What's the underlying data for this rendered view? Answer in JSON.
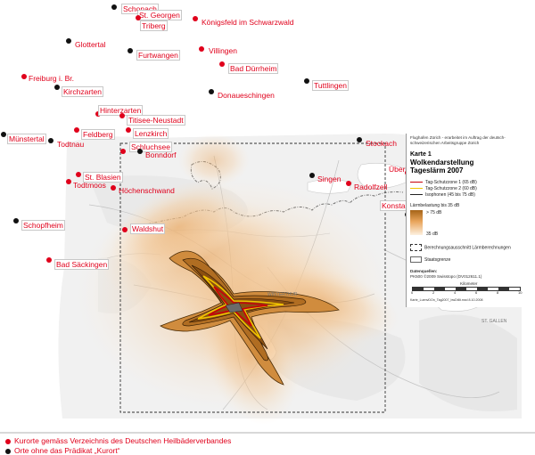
{
  "colors": {
    "red_dot": "#e0001b",
    "black_dot": "#111111",
    "label": "#e0001b",
    "zone1": "#c8000a",
    "zone2": "#f0c400",
    "noise_light": "#f8ddb4",
    "noise_dark": "#a56317"
  },
  "towns": [
    {
      "name": "Schonach",
      "dot": "black",
      "boxed": true
    },
    {
      "name": "St. Georgen",
      "dot": "black",
      "boxed": true
    },
    {
      "name": "Triberg",
      "dot": "red",
      "boxed": true
    },
    {
      "name": "Königsfeld im Schwarzwald",
      "dot": "red",
      "boxed": false
    },
    {
      "name": "Glottertal",
      "dot": "black",
      "boxed": false
    },
    {
      "name": "Furtwangen",
      "dot": "black",
      "boxed": true
    },
    {
      "name": "Villingen",
      "dot": "red",
      "boxed": false
    },
    {
      "name": "Bad Dürrheim",
      "dot": "red",
      "boxed": true
    },
    {
      "name": "Freiburg i. Br.",
      "dot": "red",
      "boxed": false
    },
    {
      "name": "Tuttlingen",
      "dot": "black",
      "boxed": true
    },
    {
      "name": "Kirchzarten",
      "dot": "black",
      "boxed": true
    },
    {
      "name": "Donaueschingen",
      "dot": "black",
      "boxed": false
    },
    {
      "name": "Hinterzarten",
      "dot": "red",
      "boxed": true
    },
    {
      "name": "Titisee-Neustadt",
      "dot": "red",
      "boxed": true
    },
    {
      "name": "Feldberg",
      "dot": "red",
      "boxed": true
    },
    {
      "name": "Lenzkirch",
      "dot": "red",
      "boxed": true
    },
    {
      "name": "Münstertal",
      "dot": "black",
      "boxed": true
    },
    {
      "name": "Todtnau",
      "dot": "black",
      "boxed": false
    },
    {
      "name": "Stockach",
      "dot": "black",
      "boxed": false
    },
    {
      "name": "Schluchsee",
      "dot": "red",
      "boxed": true
    },
    {
      "name": "Bonndorf",
      "dot": "black",
      "boxed": false
    },
    {
      "name": "Überlingen",
      "dot": "red",
      "boxed": false
    },
    {
      "name": "St. Blasien",
      "dot": "red",
      "boxed": true
    },
    {
      "name": "Singen",
      "dot": "black",
      "boxed": false
    },
    {
      "name": "Todtmoos",
      "dot": "red",
      "boxed": false
    },
    {
      "name": "Radolfzell",
      "dot": "red",
      "boxed": false
    },
    {
      "name": "Höchenschwand",
      "dot": "red",
      "boxed": false
    },
    {
      "name": "Konstanz",
      "dot": "black",
      "boxed": true
    },
    {
      "name": "Schopfheim",
      "dot": "black",
      "boxed": true
    },
    {
      "name": "Waldshut",
      "dot": "red",
      "boxed": true
    },
    {
      "name": "Bad Säckingen",
      "dot": "red",
      "boxed": true
    }
  ],
  "map_labels": {
    "winterthur": "WINTERTHUR",
    "st_gallen": "ST. GALLEN"
  },
  "legend": {
    "source": "Flughafen Zürich - erarbeitet im Auftrag der deutsch-schweizerischen Arbeitsgruppe Zürich",
    "karte": "Karte 1",
    "title1": "Wolkendarstellung",
    "title2": "Tageslärm 2007",
    "zone1_label": "Tag-Schutzzone 1 (65 dB)",
    "zone2_label": "Tag-Schutzzone 2 (60 dB)",
    "isophone_label": "Isophonen (45 bis 75 dB)",
    "exposure_label": "Lärmbelastung bis 35 dB",
    "exposure_high": "> 75 dB",
    "exposure_low": "35 dB",
    "ausschnitt_label": "Berechnungsausschnitt Lärmberechnungen",
    "border_label": "Staatsgrenze",
    "datenquellen_title": "Datenquellen:",
    "datenquellen": "PK500 ©2009 Swisstopo (DV012611.1)",
    "scale_label": "Kilometer",
    "scale_ticks": [
      "0",
      "2",
      "4",
      "6",
      "8",
      "10"
    ],
    "footer": "Karte_LuenvDOn_Tag2007_bwDt8t.mxd 8.10.2008"
  },
  "bottom_legend": {
    "red_entry": "Kurorte gemäss Verzeichnis des Deutschen Heilbäderverbandes",
    "black_entry": "Orte ohne das Prädikat „Kurort“"
  }
}
